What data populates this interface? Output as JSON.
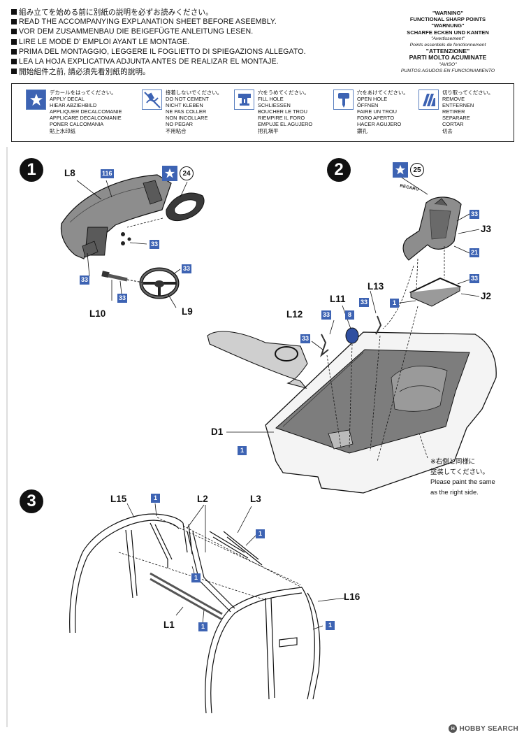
{
  "intro_lines": [
    "組み立てを始める前に別紙の説明を必ずお読みください。",
    "READ THE ACCOMPANYING EXPLANATION SHEET BEFORE ASEEMBLY.",
    "VOR DEM ZUSAMMENBAU DIE BEIGEFÜGTE ANLEITUNG LESEN.",
    "LIRE LE MODE D' EMPLOI AYANT LE MONTAGE.",
    "PRIMA DEL MONTAGGIO, LEGGERE IL FOGLIETTO DI SPIEGAZIONS ALLEGATO.",
    "LEA LA HOJA EXPLICATIVA ADJUNTA ANTES DE REALIZAR EL MONTAJE.",
    "開始組件之前, 請必須先看別紙的說明。"
  ],
  "warning": {
    "w1": "\"WARNING\"",
    "w2": "FUNCTIONAL SHARP POINTS",
    "w3": "\"WARNUNG\"",
    "w4": "SCHARFE ECKEN UND KANTEN",
    "w5": "\"Avertissement\"",
    "w6": "Points essentiels de fonctionnement",
    "w7": "\"ATTENZIONE\"",
    "w8": "PARTI MOLTO ACUMINATE",
    "w9": "\"AVISO\"",
    "w10": "PUNTOS AGUDOS EN FUNCIONAMIENTO"
  },
  "legend": [
    {
      "icon": "star-icon",
      "lines": [
        "デカールをはってください。",
        "APPLY DECAL",
        "HIEAR ABZIEHBILD",
        "APPLIQUER DECALCOMANIE",
        "APPLICARE DECALCOMANIE",
        "PONER CALCOMANIA",
        "貼上水印紙"
      ]
    },
    {
      "icon": "no-glue-icon",
      "lines": [
        "接着しないでください。",
        "DO NOT CEMENT",
        "NICHT KLEBEN",
        "NE PAS COLLER",
        "NON INCOLLARE",
        "NO PEGAR",
        "不用粘合"
      ]
    },
    {
      "icon": "fill-hole-icon",
      "lines": [
        "穴をうめてください。",
        "FILL HOLE",
        "SCHLIESSEN",
        "BOUCHER LE TROU",
        "RIEMPIRE IL FORO",
        "EMPUJE EL AGUJERO",
        "把孔塡平"
      ]
    },
    {
      "icon": "open-hole-icon",
      "lines": [
        "穴をあけてください。",
        "OPEN HOLE",
        "ÖFFNEN",
        "FAIRE UN TROU",
        "FORO APERTO",
        "HACER AGUJERO",
        "鑽孔"
      ]
    },
    {
      "icon": "cut-off-icon",
      "lines": [
        "切り取ってください。",
        "REMOVE",
        "ENTFERNEN",
        "RETIRER",
        "SEPARARE",
        "CORTAR",
        "切去"
      ]
    }
  ],
  "steps": {
    "s1": "1",
    "s2": "2",
    "s3": "3"
  },
  "parts": {
    "L8": "L8",
    "L10": "L10",
    "L9": "L9",
    "L11": "L11",
    "L12": "L12",
    "L13": "L13",
    "J3": "J3",
    "J2": "J2",
    "D1": "D1",
    "L15": "L15",
    "L2": "L2",
    "L3": "L3",
    "L16": "L16",
    "L1": "L1"
  },
  "paint": {
    "p116": "116",
    "p33": "33",
    "p21": "21",
    "p8": "8",
    "p1": "1"
  },
  "decals": {
    "d24": "24",
    "d25": "25"
  },
  "recaro_text": "RECARO",
  "note": {
    "line1": "※右側と同様に",
    "line2": "塗装してください。",
    "line3": "Please paint the same",
    "line4": "as the right side."
  },
  "watermark": {
    "logo": "H",
    "text": "HOBBY SEARCH"
  },
  "colors": {
    "paint_blue": "#3d63b3",
    "part_gray": "#8d8d8d",
    "dark_gray": "#5a5a5a"
  }
}
